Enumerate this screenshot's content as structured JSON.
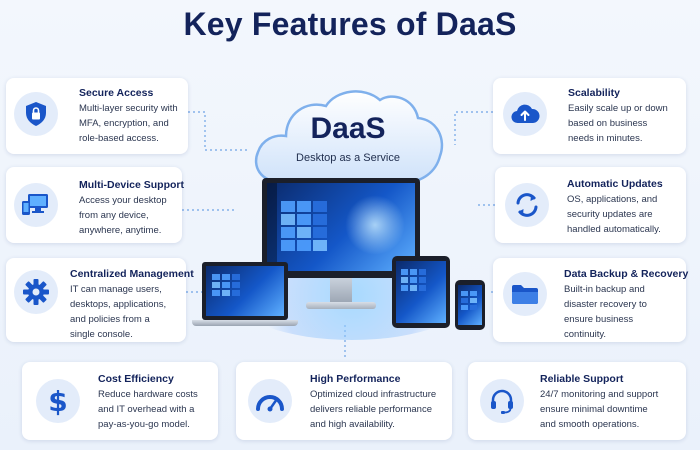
{
  "title": "Key Features of DaaS",
  "cloud": {
    "title": "DaaS",
    "subtitle": "Desktop as a Service"
  },
  "features": {
    "secure_access": {
      "title": "Secure Access",
      "text": "Multi-layer security with\nMFA, encryption, and\nrole-based access.",
      "icon": "shield-lock-icon"
    },
    "multi_device": {
      "title": "Multi-Device Support",
      "text": "Access your desktop\nfrom any device,\nanywhere, anytime.",
      "icon": "devices-icon"
    },
    "centralized": {
      "title": "Centralized Management",
      "text": "IT can manage users,\ndesktops, applications,\nand policies from a\nsingle console.",
      "icon": "gear-icon"
    },
    "cost": {
      "title": "Cost Efficiency",
      "text": "Reduce hardware costs\nand IT overhead with a\npay-as-you-go model.",
      "icon": "dollar-icon"
    },
    "performance": {
      "title": "High Performance",
      "text": "Optimized cloud infrastructure\ndelivers reliable performance\nand high availability.",
      "icon": "speedometer-icon"
    },
    "support": {
      "title": "Reliable Support",
      "text": "24/7 monitoring and support\nensure minimal downtime\nand smooth operations.",
      "icon": "headset-icon"
    },
    "scalability": {
      "title": "Scalability",
      "text": "Easily scale up or down\nbased on business\nneeds in minutes.",
      "icon": "cloud-upload-icon"
    },
    "updates": {
      "title": "Automatic Updates",
      "text": "OS, applications, and\nsecurity updates are\nhandled automatically.",
      "icon": "refresh-icon"
    },
    "backup": {
      "title": "Data Backup & Recovery",
      "text": "Built-in backup and\ndisaster recovery to\nensure business\ncontinuity.",
      "icon": "folder-icon"
    }
  },
  "colors": {
    "navy": "#13235b",
    "icon_blue": "#1a56c9",
    "icon_bg": "#e3ecfa",
    "connector": "#6fa3e6"
  }
}
